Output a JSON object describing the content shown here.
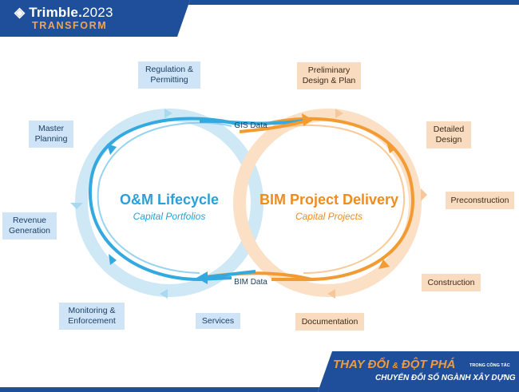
{
  "header": {
    "brand": "Trimble.",
    "year": "2023",
    "subtitle": "TRANSFORM"
  },
  "left_loop": {
    "title": "O&M Lifecycle",
    "subtitle": "Capital Portfolios"
  },
  "right_loop": {
    "title": "BIM Project Delivery",
    "subtitle": "Capital Projects"
  },
  "flows": {
    "top": "GIS Data",
    "bottom": "BIM Data"
  },
  "left_stages": [
    {
      "line1": "Regulation &",
      "line2": "Permitting"
    },
    {
      "line1": "Master",
      "line2": "Planning"
    },
    {
      "line1": "Revenue",
      "line2": "Generation"
    },
    {
      "line1": "Monitoring &",
      "line2": "Enforcement"
    },
    {
      "line1": "Services",
      "line2": ""
    }
  ],
  "right_stages": [
    {
      "line1": "Preliminary",
      "line2": "Design & Plan"
    },
    {
      "line1": "Detailed",
      "line2": "Design"
    },
    {
      "line1": "Preconstruction",
      "line2": ""
    },
    {
      "line1": "Construction",
      "line2": ""
    },
    {
      "line1": "Documentation",
      "line2": ""
    }
  ],
  "footer": {
    "line1a": "THAY ĐỔI",
    "amp": "&",
    "line1b": "ĐỘT PHÁ",
    "small": "TRONG CÔNG TÁC",
    "line2": "CHUYỂN ĐỔI SỐ NGÀNH XÂY DỰNG"
  },
  "colors": {
    "header_blue": "#1f4f9a",
    "loop_blue": "#33a9e0",
    "loop_orange": "#f39b33",
    "box_blue": "#cfe5f7",
    "box_orange": "#f9dcc0"
  }
}
